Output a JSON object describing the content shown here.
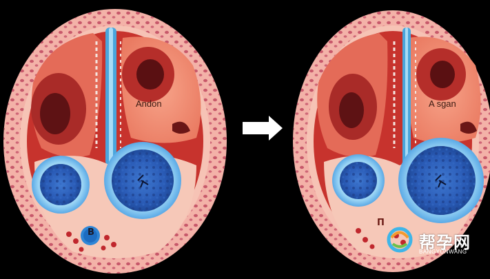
{
  "left_panel": {
    "label": "Andon",
    "corner_mark": "B"
  },
  "right_panel": {
    "label": "A sgan",
    "corner_mark": "Π"
  },
  "arrow_icon": "right-arrow-icon",
  "watermark": {
    "text_cn": "帮孕网",
    "text_en": "BANGYUNWANG"
  },
  "colors": {
    "background": "#000000",
    "outer_ring": "#f2a7a0",
    "muscle_red": "#c9332c",
    "blue_ring": "#5aa9e6",
    "dark_blue": "#1c3f8f"
  }
}
